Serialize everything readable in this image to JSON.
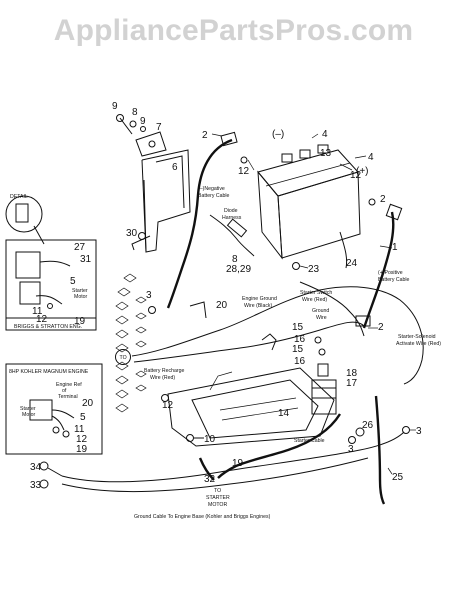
{
  "watermark": "AppliancePartsPros.com",
  "parts": {
    "p1": "1",
    "p2a": "2",
    "p2b": "2",
    "p2c": "2",
    "p3a": "3",
    "p3b": "3",
    "p3c": "3",
    "p4a": "4",
    "p4b": "4",
    "p5": "5",
    "p6": "6",
    "p7": "7",
    "p8": "8",
    "p9": "9",
    "p10": "10",
    "p11": "11",
    "p12a": "12",
    "p12b": "12",
    "p13": "13",
    "p14": "14",
    "p15a": "15",
    "p15b": "15",
    "p16a": "16",
    "p16b": "16",
    "p17": "17",
    "p18": "18",
    "p19": "19",
    "p20": "20",
    "p23": "23",
    "p24": "24",
    "p25": "25",
    "p26": "26",
    "p27": "27",
    "p28_29": "28,29",
    "p30": "30",
    "p31": "31",
    "p32": "32",
    "p33": "33",
    "p34": "34"
  },
  "signs": {
    "neg": "(–)",
    "pos": "(+)"
  },
  "labels": {
    "neg_cable_1": "(–)Negative",
    "neg_cable_2": "Battery Cable",
    "diode_1": "Diode",
    "diode_2": "Harness",
    "engine_ground_1": "Engine Ground",
    "engine_ground_2": "Wire (Black)",
    "starter_switch_1": "Starter Switch",
    "starter_switch_2": "Wire (Red)",
    "ground_wire_1": "Ground",
    "ground_wire_2": "Wire",
    "pos_cable_1": "(+)Positive",
    "pos_cable_2": "Battery Cable",
    "solenoid_wire_1": "Starter-Solenoid",
    "solenoid_wire_2": "Activate Wire (Red)",
    "recharge_1": "Battery Recharge",
    "recharge_2": "Wire (Red)",
    "starter_cable": "Starter Cable",
    "to_starter_1": "TO",
    "to_starter_2": "STARTER",
    "to_starter_3": "MOTOR",
    "ground_cable": "Ground Cable To Engine Base (Kohler and Briggs Engines)",
    "to_badge": "TO",
    "detail_a": "DETAIL",
    "briggs_label": "BRIGGS & STRATTON ENG.",
    "briggs_wire_1": "Starter",
    "briggs_wire_2": "Motor",
    "kohler_title": "8HP KOHLER MAGNUM ENGINE",
    "kohler_1": "Engine Ref",
    "kohler_2": "of",
    "kohler_3": "Terminal",
    "kohler_4": "Starter",
    "kohler_5": "Motor"
  }
}
